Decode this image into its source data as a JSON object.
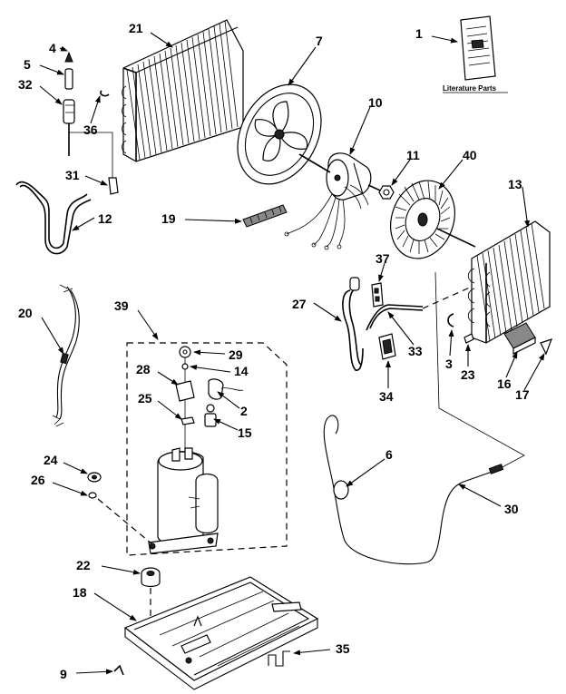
{
  "literature_caption": "Literature Parts",
  "callouts": [
    {
      "id": "c1",
      "label": "1"
    },
    {
      "id": "c2",
      "label": "2"
    },
    {
      "id": "c3",
      "label": "3"
    },
    {
      "id": "c4",
      "label": "4"
    },
    {
      "id": "c5",
      "label": "5"
    },
    {
      "id": "c6",
      "label": "6"
    },
    {
      "id": "c7",
      "label": "7"
    },
    {
      "id": "c9",
      "label": "9"
    },
    {
      "id": "c10",
      "label": "10"
    },
    {
      "id": "c11",
      "label": "11"
    },
    {
      "id": "c12",
      "label": "12"
    },
    {
      "id": "c13",
      "label": "13"
    },
    {
      "id": "c14",
      "label": "14"
    },
    {
      "id": "c15",
      "label": "15"
    },
    {
      "id": "c16",
      "label": "16"
    },
    {
      "id": "c17",
      "label": "17"
    },
    {
      "id": "c18",
      "label": "18"
    },
    {
      "id": "c19",
      "label": "19"
    },
    {
      "id": "c20",
      "label": "20"
    },
    {
      "id": "c21",
      "label": "21"
    },
    {
      "id": "c22",
      "label": "22"
    },
    {
      "id": "c23",
      "label": "23"
    },
    {
      "id": "c24",
      "label": "24"
    },
    {
      "id": "c25",
      "label": "25"
    },
    {
      "id": "c26",
      "label": "26"
    },
    {
      "id": "c27",
      "label": "27"
    },
    {
      "id": "c28",
      "label": "28"
    },
    {
      "id": "c29",
      "label": "29"
    },
    {
      "id": "c30",
      "label": "30"
    },
    {
      "id": "c31",
      "label": "31"
    },
    {
      "id": "c32",
      "label": "32"
    },
    {
      "id": "c33",
      "label": "33"
    },
    {
      "id": "c34",
      "label": "34"
    },
    {
      "id": "c35",
      "label": "35"
    },
    {
      "id": "c36",
      "label": "36"
    },
    {
      "id": "c37",
      "label": "37"
    },
    {
      "id": "c39",
      "label": "39"
    },
    {
      "id": "c40",
      "label": "40"
    }
  ]
}
